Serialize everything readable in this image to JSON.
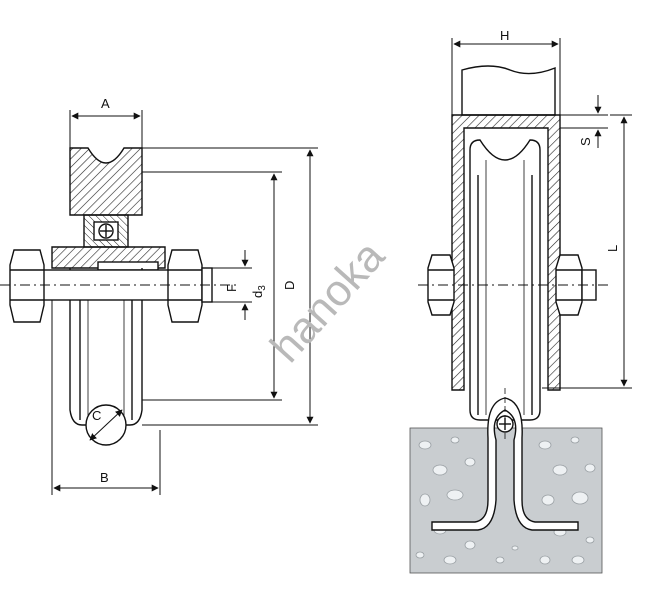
{
  "left_view": {
    "dims": {
      "A": "A",
      "B": "B",
      "C": "C",
      "D": "D",
      "d3": "d",
      "d3_sub": "3",
      "F": "F"
    }
  },
  "right_view": {
    "dims": {
      "H": "H",
      "S": "S",
      "L": "L"
    }
  },
  "watermark": "hanoka",
  "colors": {
    "line": "#111111",
    "hatch": "#222222",
    "ground": "#c9cdd0",
    "bubble": "#eef1f3",
    "watermark": "#b9b9b9"
  }
}
